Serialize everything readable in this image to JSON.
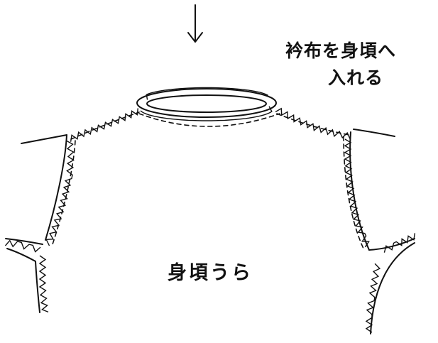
{
  "diagram": {
    "instruction": {
      "line1": "衿布を身頃へ",
      "line2": "入れる"
    },
    "bodice_label": "身頃うら",
    "arrow_direction": "down",
    "colors": {
      "ink": "#111111",
      "paper": "#ffffff"
    }
  }
}
